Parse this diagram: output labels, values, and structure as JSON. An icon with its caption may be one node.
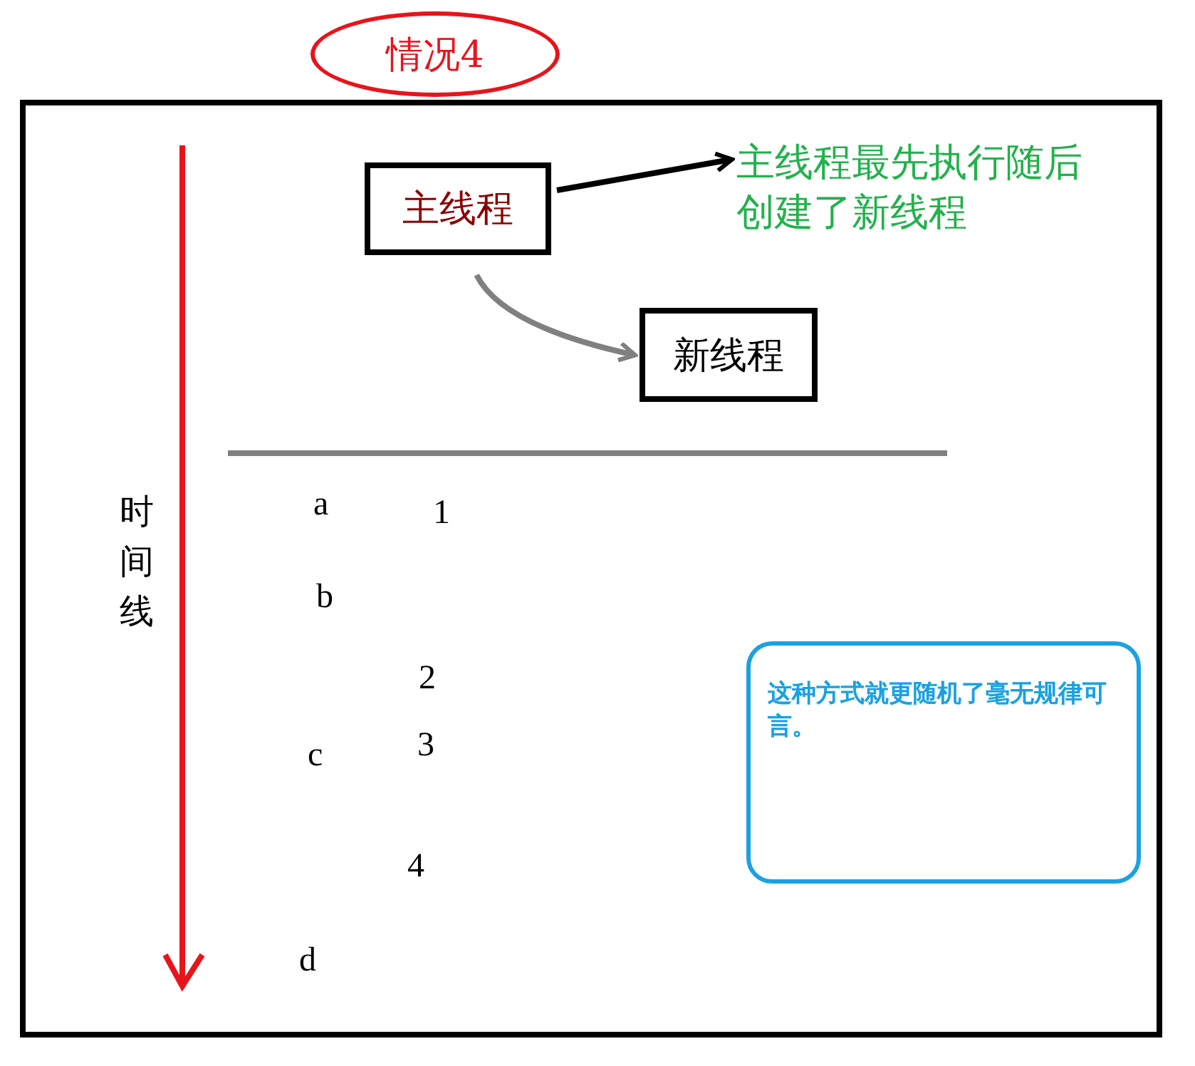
{
  "diagram": {
    "nodes": [
      {
        "text": [
          "情况4"
        ]
      },
      {
        "text": [],
        "shape": "box"
      },
      {
        "text": [
          "主线程"
        ],
        "in": 1
      },
      {
        "text": [
          "主线程最先执行随后创建了新线程"
        ],
        "in": 1
      },
      {
        "text": [
          "新线程"
        ],
        "in": 1
      },
      {
        "text": [
          "这种方式就更随机了毫无规律可言。"
        ],
        "in": 1
      }
    ],
    "edges": [
      {
        "from": 2,
        "to": 3,
        "arrow": "to"
      },
      {
        "from": 2,
        "to": 4,
        "arrow": "to",
        "color": "#808080"
      }
    ],
    "labels": [
      "时间线",
      "a",
      "1",
      "b",
      "2",
      "3",
      "c",
      "4",
      "d"
    ]
  }
}
